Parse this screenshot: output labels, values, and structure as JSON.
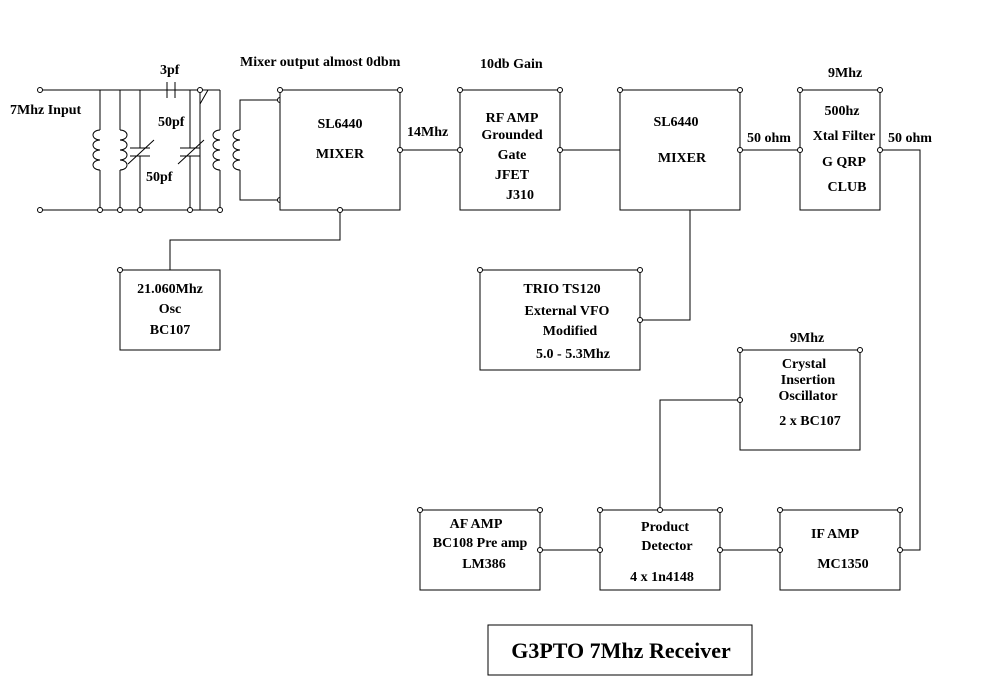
{
  "input_label": "7Mhz Input",
  "filter": {
    "cap_top": "3pf",
    "cap_var_right": "50pf",
    "cap_var_left": "50pf"
  },
  "annotations": {
    "mixer_output": "Mixer output almost 0dbm",
    "gain": "10db Gain",
    "freq_14": "14Mhz",
    "freq_9_top": "9Mhz",
    "ohm_1": "50 ohm",
    "ohm_2": "50 ohm",
    "freq_9_bfo": "9Mhz"
  },
  "blocks": {
    "mixer1": {
      "line1": "SL6440",
      "line2": "MIXER"
    },
    "rfamp": {
      "line1": "RF AMP",
      "line2": "Grounded",
      "line3": "Gate",
      "line4": "JFET",
      "line5": "J310"
    },
    "mixer2": {
      "line1": "SL6440",
      "line2": "MIXER"
    },
    "xtal": {
      "line1": "500hz",
      "line2": "Xtal Filter",
      "line3": "G QRP",
      "line4": "CLUB"
    },
    "osc": {
      "line1": "21.060Mhz",
      "line2": "Osc",
      "line3": "BC107"
    },
    "vfo": {
      "line1": "TRIO TS120",
      "line2": "External VFO",
      "line3": "Modified",
      "line4": "5.0 - 5.3Mhz"
    },
    "cio": {
      "line1": "Crystal",
      "line2": "Insertion",
      "line3": "Oscillator",
      "line4": "2 x BC107"
    },
    "afamp": {
      "line1": "AF AMP",
      "line2": "BC108 Pre amp",
      "line3": "LM386"
    },
    "prod": {
      "line1": "Product",
      "line2": "Detector",
      "line3": "4 x 1n4148"
    },
    "ifamp": {
      "line1": "IF AMP",
      "line2": "MC1350"
    }
  },
  "title": "G3PTO 7Mhz Receiver"
}
